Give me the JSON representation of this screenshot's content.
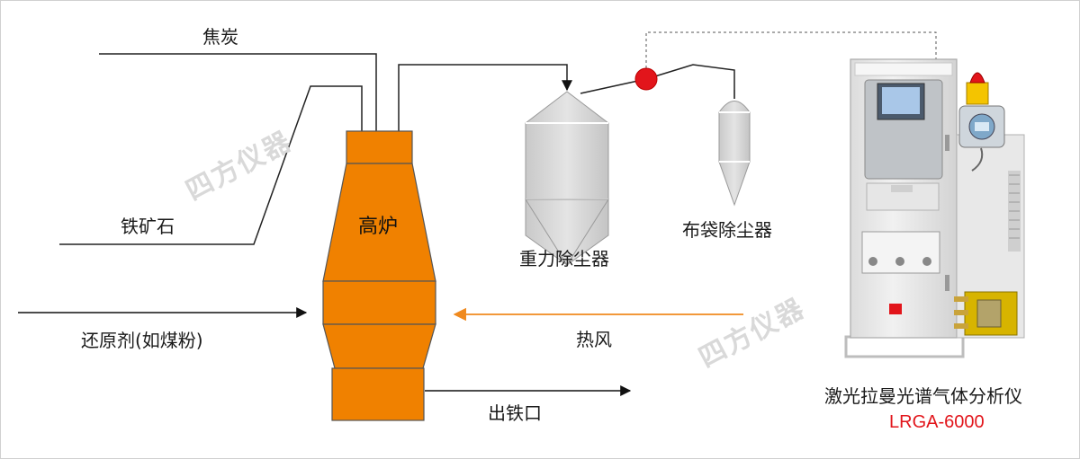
{
  "labels": {
    "coke": "焦炭",
    "iron_ore": "铁矿石",
    "reductant": "还原剂(如煤粉)",
    "blast_furnace": "高炉",
    "gravity_dust_collector": "重力除尘器",
    "bag_dust_collector": "布袋除尘器",
    "hot_air": "热风",
    "tap_hole": "出铁口",
    "analyzer_name": "激光拉曼光谱气体分析仪",
    "analyzer_model": "LRGA-6000"
  },
  "watermark": "四方仪器",
  "colors": {
    "furnace": "#f08100",
    "furnace_stroke": "#555555",
    "hot_air_arrow": "#f08a1e",
    "sample_point": "#e2151b",
    "model_text": "#e2151b",
    "vessel": "#d9d9d9",
    "cabinet": "#ececec"
  },
  "icons": {
    "sampling_point": "red-dot-icon",
    "warning_beacon": "beacon-light-icon"
  }
}
